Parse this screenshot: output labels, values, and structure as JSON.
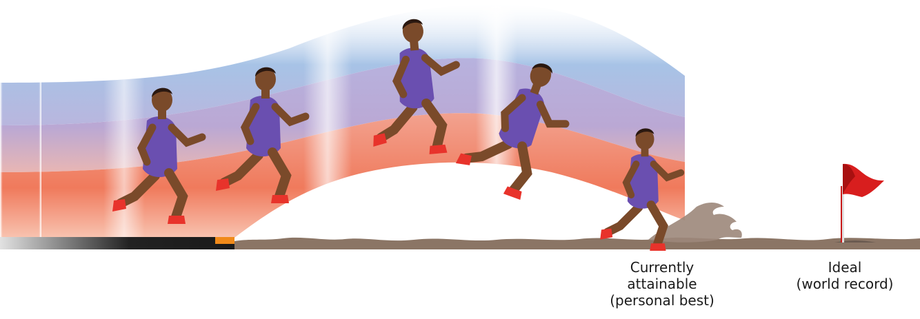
{
  "captions": {
    "current": [
      "Currently",
      "attainable",
      "(personal best)"
    ],
    "ideal": [
      "Ideal",
      "(world record)"
    ]
  },
  "colors": {
    "band_top": "#a9c6e6",
    "band_mid": "#b9a9d6",
    "band_bottom": "#f07a5c",
    "uniform": "#6a4fb0",
    "skin": "#7a4a2a",
    "hair": "#2a1810",
    "shoe": "#e8332b",
    "ground": "#8b7565",
    "runway": "#2a2a2a",
    "board": "#f08a1a",
    "flag": "#d81e1e"
  },
  "icons": {
    "flag": "flag-icon",
    "athlete": "athlete-figure",
    "splash": "sand-splash"
  }
}
